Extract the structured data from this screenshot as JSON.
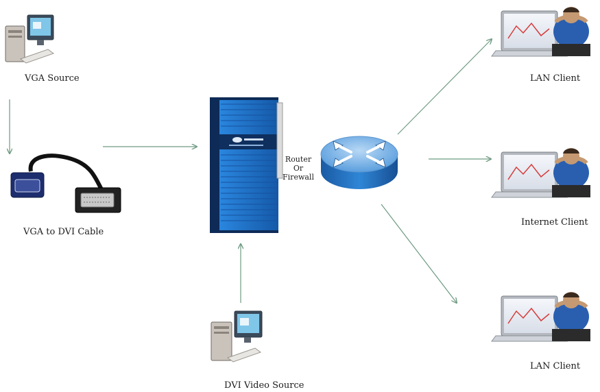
{
  "nodes": {
    "vga_source": {
      "label": "VGA Source"
    },
    "vga_dvi_cable": {
      "label": "VGA to DVI  Cable"
    },
    "dvi_video_source": {
      "label": "DVI Video Source"
    },
    "router": {
      "label_line1": "Router",
      "label_line2": "Or",
      "label_line3": "Firewall"
    },
    "lan_client_top": {
      "label": "LAN Client"
    },
    "internet_client": {
      "label": "Internet Client"
    },
    "lan_client_bottom": {
      "label": "LAN Client"
    }
  },
  "colors": {
    "arrow": "#6e9a82",
    "device_blue": "#1f72c8",
    "router_top": "#7ab3e6",
    "router_side": "#1f67b6"
  }
}
